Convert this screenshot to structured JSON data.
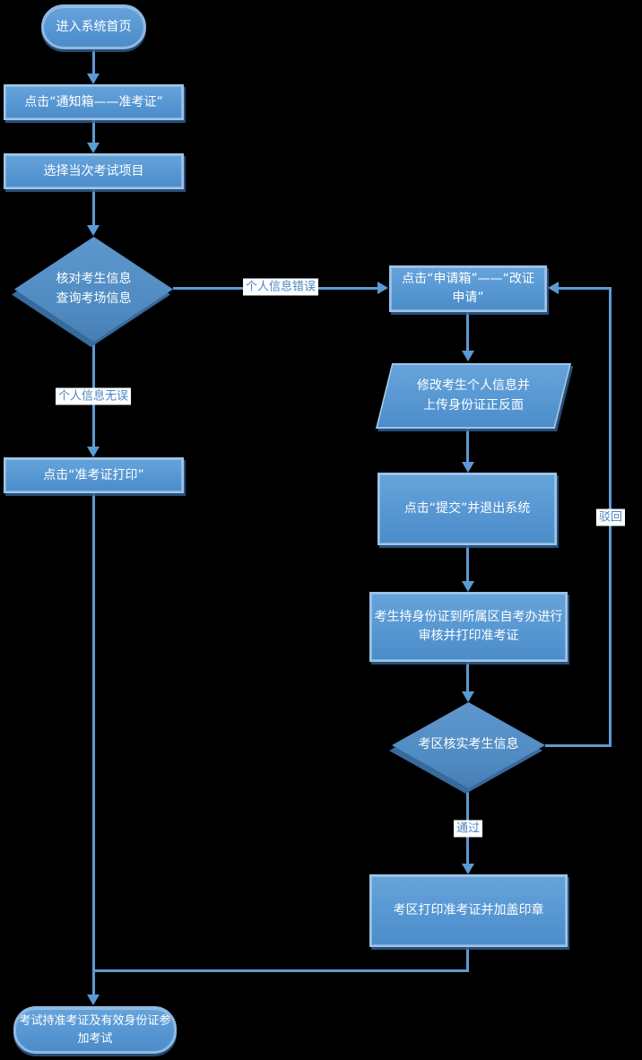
{
  "colors": {
    "background": "#000000",
    "shape_fill": "#5596d2",
    "shape_fill_light": "#66a3da",
    "shape_border": "#9ec5e8",
    "shape_shadow": "#2e5e8f",
    "diamond_fill": "#4f8ac1",
    "diamond_shadow": "#376b9e",
    "line": "#5b9bd5",
    "shape_text": "#ffffff",
    "label_text": "#4a86c4",
    "label_bg": "#ffffff"
  },
  "flowchart": {
    "nodes": {
      "start": "进入系统首页",
      "click_notice": "点击“通知箱——准考证”",
      "select_exam": "选择当次考试项目",
      "verify_info": "核对考生信息\n查询考场信息",
      "print_ticket": "点击“准考证打印”",
      "click_apply": "点击“申请箱”——“改证\n申请”",
      "modify_info": "修改考生个人信息并\n上传身份证正反面",
      "submit_exit": "点击“提交”并退出系统",
      "office_review": "考生持身份证到所属区自考办进行\n审核并打印准考证",
      "district_verify": "考区核实考生信息",
      "district_print": "考区打印准考证并加盖印章",
      "end": "考试持准考证及有效身份证参\n加考试"
    },
    "edge_labels": {
      "info_correct": "个人信息无误",
      "info_error": "个人信息错误",
      "reject": "驳回",
      "pass": "通过"
    }
  }
}
